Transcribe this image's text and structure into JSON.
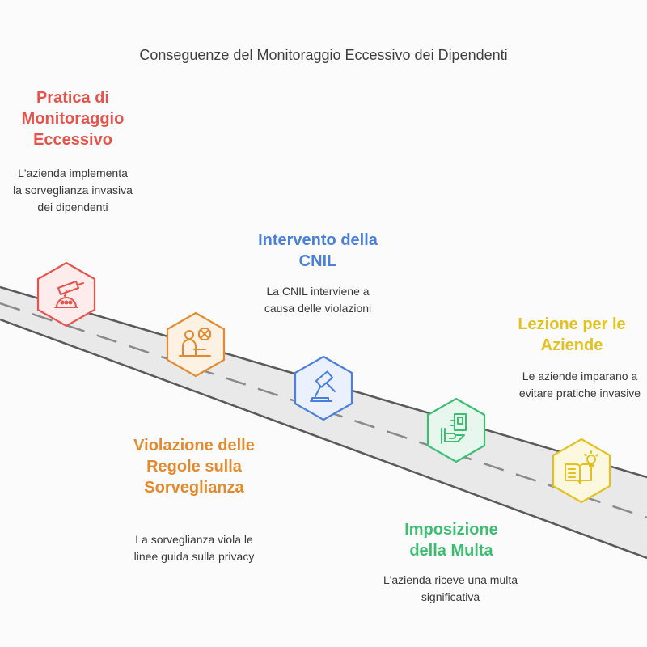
{
  "title": "Conseguenze del Monitoraggio Eccessivo dei Dipendenti",
  "steps": [
    {
      "title": "Pratica di Monitoraggio Eccessivo",
      "description": "L'azienda implementa la sorveglianza invasiva dei dipendenti",
      "color": "#e5534b",
      "icon": "surveillance-camera-icon"
    },
    {
      "title": "Violazione delle Regole sulla Sorveglianza",
      "description": "La sorveglianza viola le linee guida sulla privacy",
      "color": "#e38a2e",
      "icon": "privacy-violation-icon"
    },
    {
      "title": "Intervento della CNIL",
      "description": "La CNIL interviene a causa delle violazioni",
      "color": "#4a7fdd",
      "icon": "gavel-icon"
    },
    {
      "title": "Imposizione della Multa",
      "description": "L'azienda riceve una multa significativa",
      "color": "#3dbd72",
      "icon": "money-fine-icon"
    },
    {
      "title": "Lezione per le Aziende",
      "description": "Le aziende imparano a evitare pratiche invasive",
      "color": "#e3c11f",
      "icon": "book-lightbulb-icon"
    }
  ]
}
